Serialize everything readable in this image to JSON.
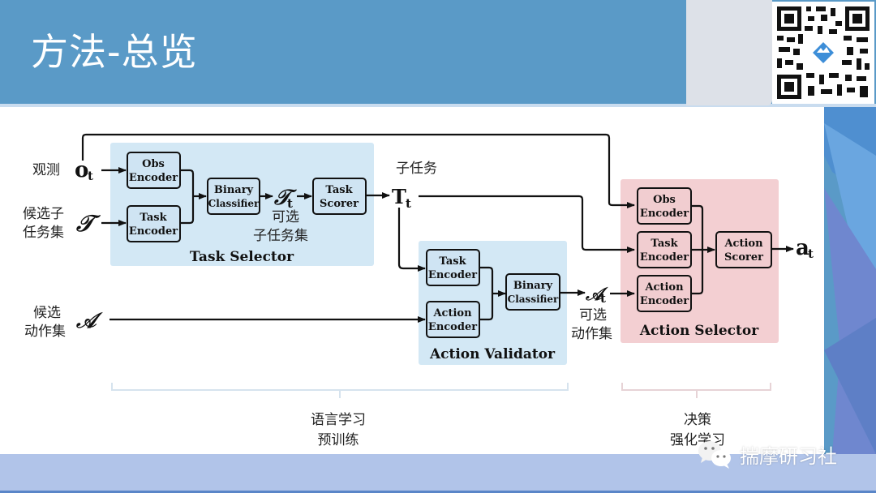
{
  "slide": {
    "title": "方法-总览",
    "colors": {
      "header": "#5a9ac7",
      "footer": "#b1c4e9",
      "task_selector_bg": "#d3e8f5",
      "action_validator_bg": "#d3e8f5",
      "action_selector_bg": "#f3cfd2"
    }
  },
  "diagram": {
    "inputs": {
      "observation_label": "观测",
      "observation_symbol": "o",
      "observation_sub": "t",
      "candidate_tasks_label_1": "候选子",
      "candidate_tasks_label_2": "任务集",
      "candidate_tasks_symbol": "𝒯",
      "candidate_actions_label_1": "候选",
      "candidate_actions_label_2": "动作集",
      "candidate_actions_symbol": "𝒜"
    },
    "task_selector": {
      "title": "Task Selector",
      "obs_encoder": [
        "Obs",
        "Encoder"
      ],
      "task_encoder": [
        "Task",
        "Encoder"
      ],
      "binary_classifier": [
        "Binary",
        "Classifier"
      ],
      "task_scorer": [
        "Task",
        "Scorer"
      ],
      "filtered_symbol": "𝒯",
      "filtered_sub": "t",
      "filtered_label_1": "可选",
      "filtered_label_2": "子任务集"
    },
    "subtask": {
      "label": "子任务",
      "symbol": "T",
      "sub": "t"
    },
    "action_validator": {
      "title": "Action Validator",
      "task_encoder": [
        "Task",
        "Encoder"
      ],
      "action_encoder": [
        "Action",
        "Encoder"
      ],
      "binary_classifier": [
        "Binary",
        "Classifier"
      ],
      "filtered_symbol": "𝒜",
      "filtered_sub": "t",
      "filtered_label_1": "可选",
      "filtered_label_2": "动作集"
    },
    "action_selector": {
      "title": "Action Selector",
      "obs_encoder": [
        "Obs",
        "Encoder"
      ],
      "task_encoder": [
        "Task",
        "Encoder"
      ],
      "action_encoder": [
        "Action",
        "Encoder"
      ],
      "action_scorer": [
        "Action",
        "Scorer"
      ],
      "output_symbol": "a",
      "output_sub": "t"
    },
    "brackets": {
      "left_line_1": "语言学习",
      "left_line_2": "预训练",
      "right_line_1": "决策",
      "right_line_2": "强化学习"
    }
  },
  "watermark": {
    "icon": "wechat-icon",
    "text": "揣摩研习社"
  }
}
